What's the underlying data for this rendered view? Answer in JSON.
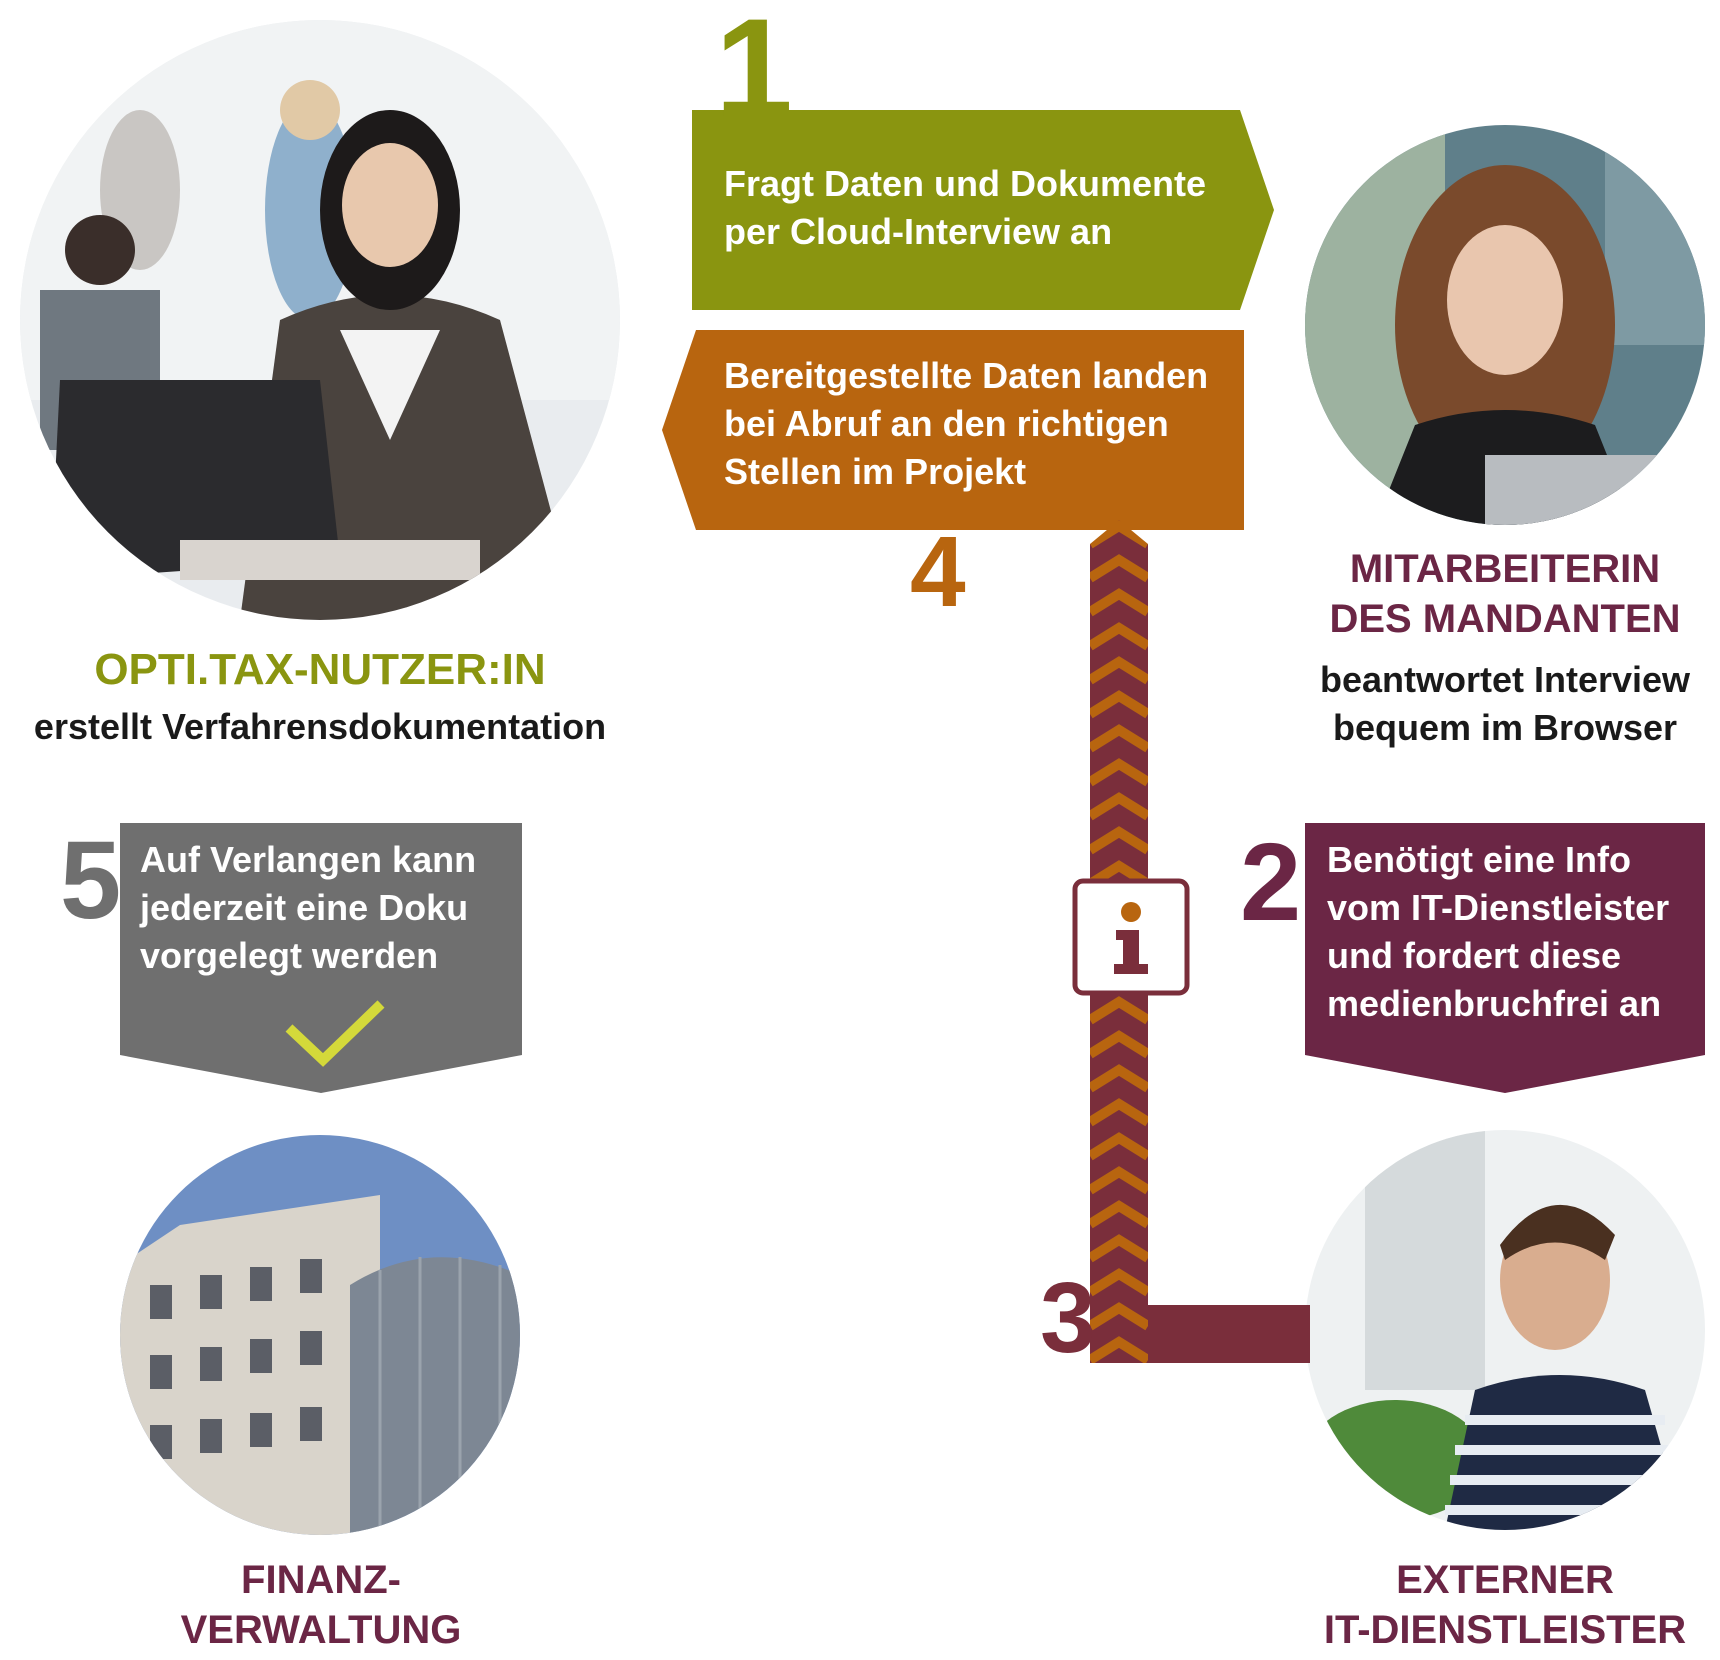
{
  "colors": {
    "olive": "#8a9510",
    "orange": "#b8650f",
    "wine": "#6b2645",
    "wine_dark": "#7a2e3b",
    "gray": "#6f6f6f",
    "check": "#d4d93a"
  },
  "steps": {
    "s1": {
      "number": "1",
      "text": "Fragt Daten und Dokumente\nper Cloud-Interview an"
    },
    "s2": {
      "number": "2",
      "text": "Benötigt eine Info\nvom IT-Dienstleister\nund fordert diese\nmedienbruchfrei an"
    },
    "s3": {
      "number": "3"
    },
    "s4": {
      "number": "4",
      "text": "Bereitgestellte Daten landen\nbei Abruf an den richtigen\nStellen im Projekt"
    },
    "s5": {
      "number": "5",
      "text": "Auf Verlangen kann\njederzeit eine Doku\nvorgelegt werden"
    }
  },
  "roles": {
    "user": {
      "title": "OPTI.TAX-NUTZER:IN",
      "subtitle": "erstellt Verfahrensdokumentation"
    },
    "client": {
      "title": "MITARBEITERIN\nDES MANDANTEN",
      "subtitle": "beantwortet Interview\nbequem im Browser"
    },
    "tax_office": {
      "title": "FINANZ-\nVERWALTUNG"
    },
    "it": {
      "title": "EXTERNER\nIT-DIENSTLEISTER"
    }
  },
  "icons": {
    "info": "info-icon",
    "check": "checkmark-icon"
  }
}
